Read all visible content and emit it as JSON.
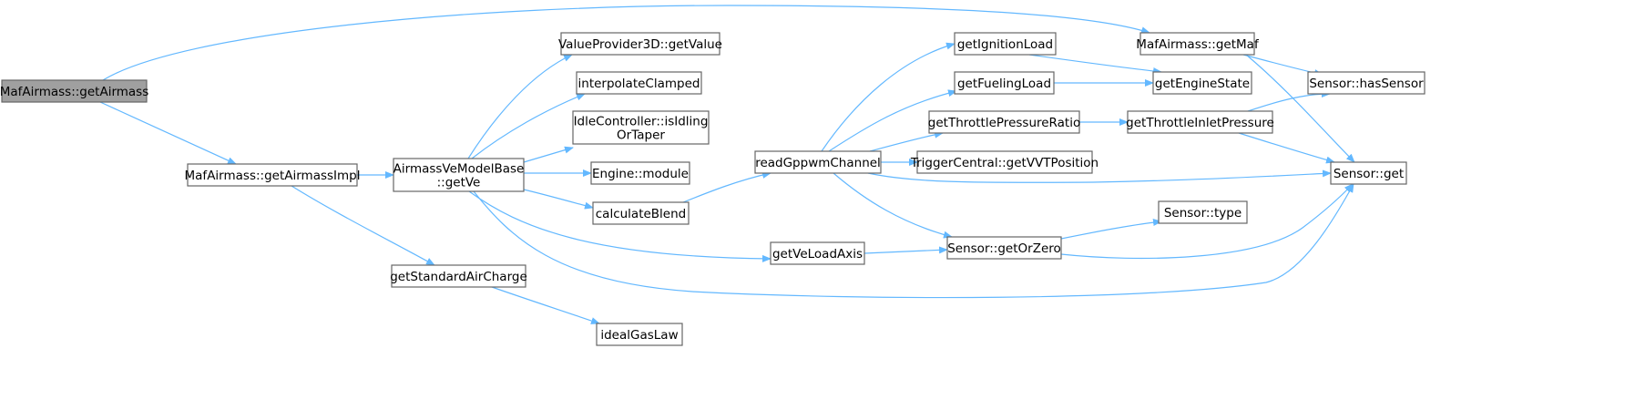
{
  "diagram": {
    "root": "n0",
    "nodes": [
      {
        "id": "n0",
        "lines": [
          "MafAirmass::getAirmass"
        ]
      },
      {
        "id": "n1",
        "lines": [
          "MafAirmass::getAirmassImpl"
        ]
      },
      {
        "id": "n2",
        "lines": [
          "AirmassVeModelBase",
          "::getVe"
        ]
      },
      {
        "id": "n3",
        "lines": [
          "getStandardAirCharge"
        ]
      },
      {
        "id": "n4",
        "lines": [
          "idealGasLaw"
        ]
      },
      {
        "id": "n5",
        "lines": [
          "ValueProvider3D::getValue"
        ]
      },
      {
        "id": "n6",
        "lines": [
          "interpolateClamped"
        ]
      },
      {
        "id": "n7",
        "lines": [
          "IdleController::isIdling",
          "OrTaper"
        ]
      },
      {
        "id": "n8",
        "lines": [
          "Engine::module"
        ]
      },
      {
        "id": "n9",
        "lines": [
          "calculateBlend"
        ]
      },
      {
        "id": "n10",
        "lines": [
          "readGppwmChannel"
        ]
      },
      {
        "id": "n11",
        "lines": [
          "getVeLoadAxis"
        ]
      },
      {
        "id": "n12",
        "lines": [
          "getIgnitionLoad"
        ]
      },
      {
        "id": "n13",
        "lines": [
          "getFuelingLoad"
        ]
      },
      {
        "id": "n14",
        "lines": [
          "getThrottlePressureRatio"
        ]
      },
      {
        "id": "n15",
        "lines": [
          "TriggerCentral::getVVTPosition"
        ]
      },
      {
        "id": "n16",
        "lines": [
          "Sensor::getOrZero"
        ]
      },
      {
        "id": "n17",
        "lines": [
          "MafAirmass::getMaf"
        ]
      },
      {
        "id": "n18",
        "lines": [
          "getEngineState"
        ]
      },
      {
        "id": "n19",
        "lines": [
          "getThrottleInletPressure"
        ]
      },
      {
        "id": "n20",
        "lines": [
          "Sensor::type"
        ]
      },
      {
        "id": "n21",
        "lines": [
          "Sensor::hasSensor"
        ]
      },
      {
        "id": "n22",
        "lines": [
          "Sensor::get"
        ]
      }
    ],
    "edges": [
      [
        "n0",
        "n17"
      ],
      [
        "n0",
        "n1"
      ],
      [
        "n1",
        "n2"
      ],
      [
        "n1",
        "n3"
      ],
      [
        "n3",
        "n4"
      ],
      [
        "n2",
        "n5"
      ],
      [
        "n2",
        "n6"
      ],
      [
        "n2",
        "n7"
      ],
      [
        "n2",
        "n8"
      ],
      [
        "n2",
        "n9"
      ],
      [
        "n2",
        "n11"
      ],
      [
        "n2",
        "n22"
      ],
      [
        "n9",
        "n10"
      ],
      [
        "n10",
        "n12"
      ],
      [
        "n10",
        "n13"
      ],
      [
        "n10",
        "n14"
      ],
      [
        "n10",
        "n15"
      ],
      [
        "n10",
        "n22"
      ],
      [
        "n10",
        "n16"
      ],
      [
        "n11",
        "n16"
      ],
      [
        "n12",
        "n18"
      ],
      [
        "n13",
        "n18"
      ],
      [
        "n14",
        "n19"
      ],
      [
        "n19",
        "n21"
      ],
      [
        "n19",
        "n22"
      ],
      [
        "n17",
        "n21"
      ],
      [
        "n17",
        "n22"
      ],
      [
        "n16",
        "n20"
      ],
      [
        "n16",
        "n22"
      ]
    ],
    "colors": {
      "edge": "#63b8ff",
      "root_fill": "#a0a0a0",
      "node_fill": "#ffffff",
      "node_border": "#666666"
    }
  }
}
